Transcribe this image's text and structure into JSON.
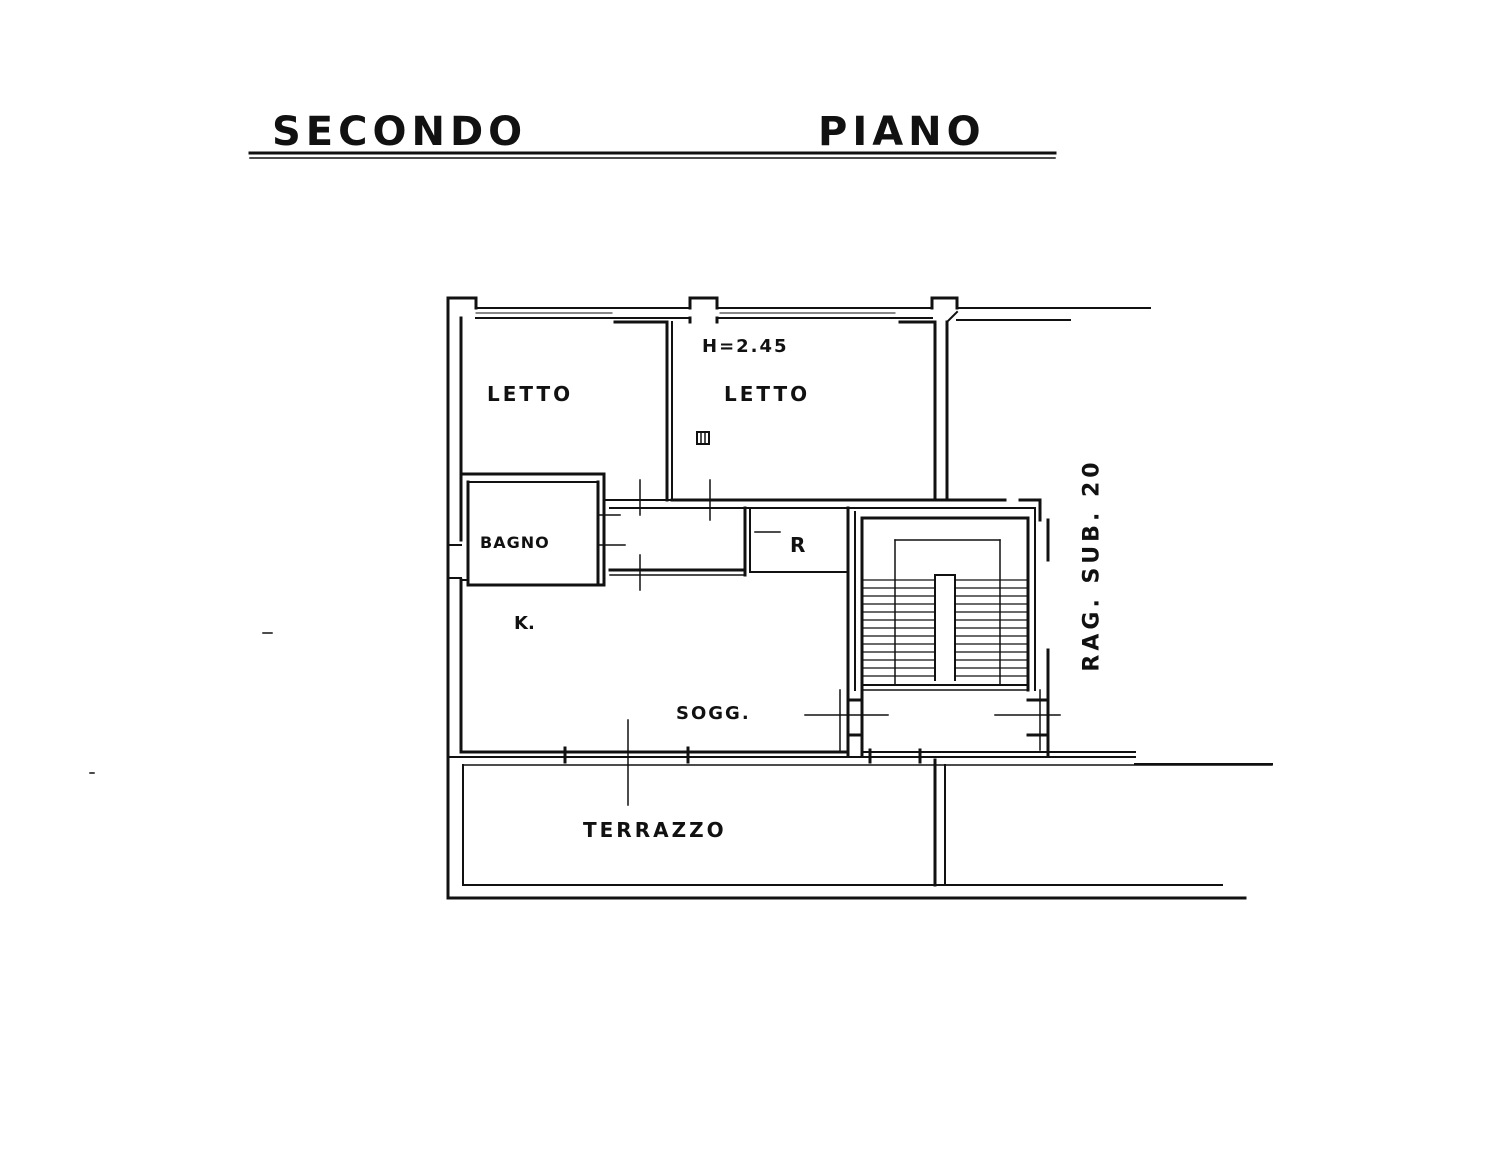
{
  "drawing": {
    "title_left": "SECONDO",
    "title_right": "PIANO",
    "height_note": "H=2.45",
    "neighbor_note": "RAG. SUB. 20"
  },
  "rooms": {
    "letto_1": "LETTO",
    "letto_2": "LETTO",
    "bagno": "BAGNO",
    "ripostiglio": "R",
    "cucina": "K.",
    "soggiorno": "SOGG.",
    "terrazzo": "TERRAZZO"
  },
  "colors": {
    "ink": "#111111",
    "paper": "#ffffff"
  }
}
